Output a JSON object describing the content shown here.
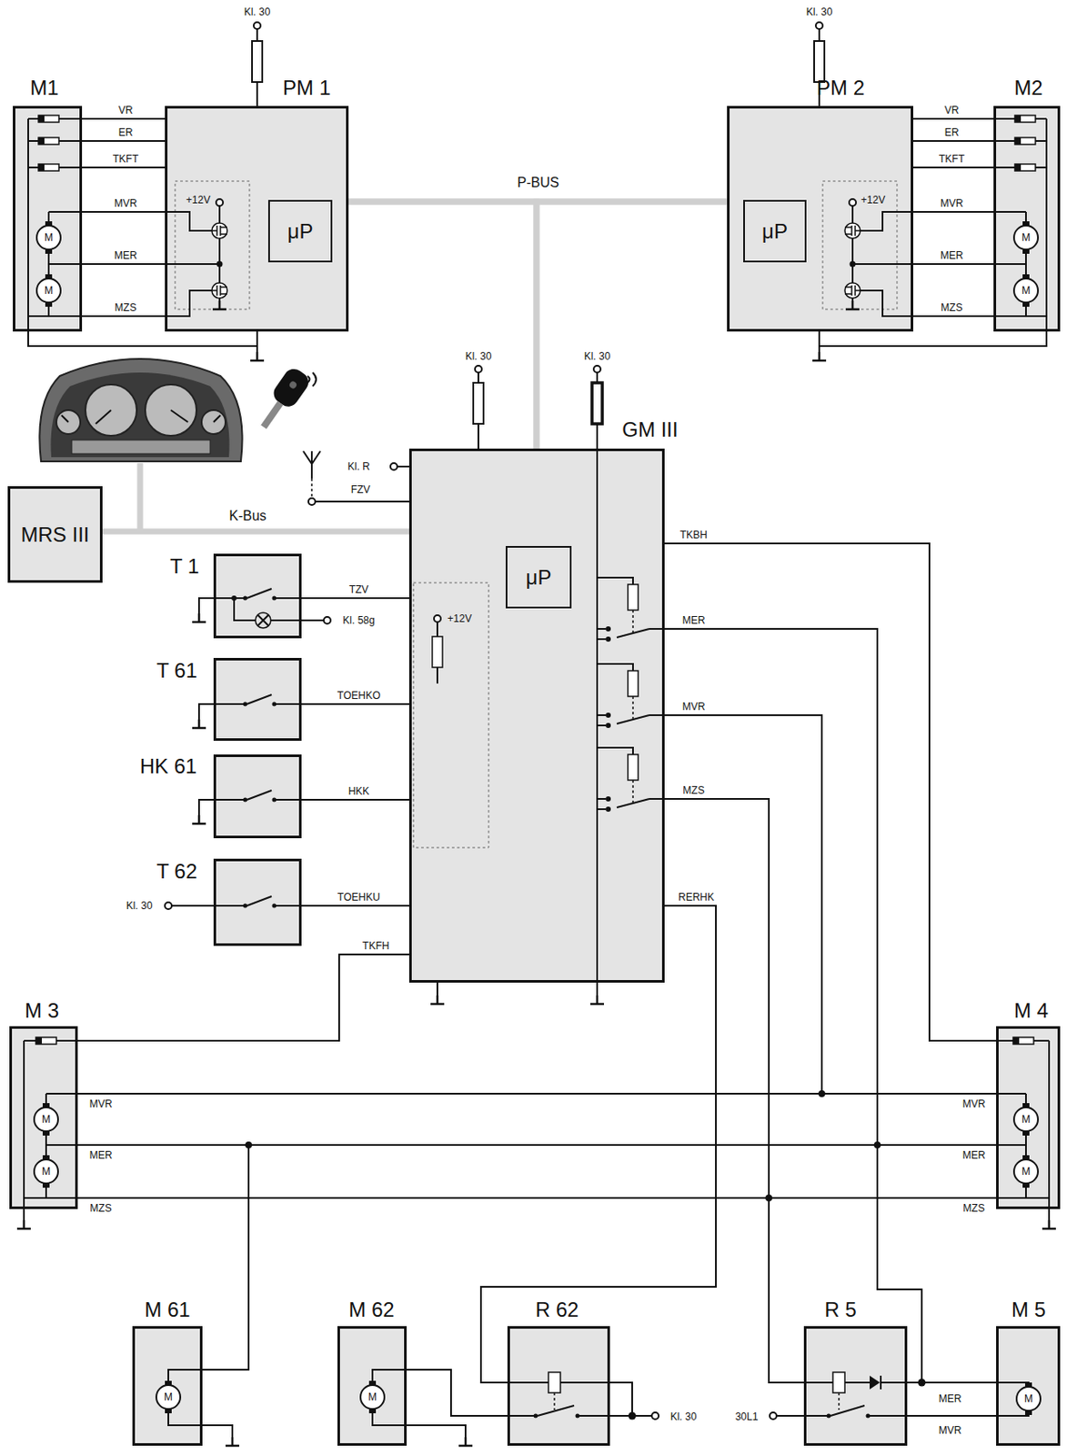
{
  "diagram": {
    "nodes": [
      {
        "text": [
          "M1"
        ]
      },
      {
        "text": [
          "PM 1"
        ]
      },
      {
        "text": [
          "μP"
        ],
        "in": 1
      },
      {
        "text": [
          "PM 2"
        ]
      },
      {
        "text": [
          "μP"
        ],
        "in": 3
      },
      {
        "text": [
          "M2"
        ]
      },
      {
        "text": [
          "MRS III"
        ]
      },
      {
        "text": [
          "GM III"
        ]
      },
      {
        "text": [
          "μP"
        ],
        "in": 7
      },
      {
        "text": [
          "T 1"
        ]
      },
      {
        "text": [
          "T 61"
        ]
      },
      {
        "text": [
          "HK 61"
        ]
      },
      {
        "text": [
          "T 62"
        ]
      },
      {
        "text": [
          "M 3"
        ]
      },
      {
        "text": [
          "M 4"
        ]
      },
      {
        "text": [
          "M 61"
        ]
      },
      {
        "text": [
          "M 62"
        ]
      },
      {
        "text": [
          "R 62"
        ]
      },
      {
        "text": [
          "R 5"
        ]
      },
      {
        "text": [
          "M 5"
        ]
      }
    ],
    "edges": [
      {
        "from": 0,
        "to": 1,
        "arrow": "none",
        "label": "VR"
      },
      {
        "from": 0,
        "to": 1,
        "arrow": "none",
        "label": "ER"
      },
      {
        "from": 0,
        "to": 1,
        "arrow": "none",
        "label": "TKFT"
      },
      {
        "from": 0,
        "to": 1,
        "arrow": "none",
        "label": "MVR"
      },
      {
        "from": 0,
        "to": 1,
        "arrow": "none",
        "label": "MER"
      },
      {
        "from": 0,
        "to": 1,
        "arrow": "none",
        "label": "MZS"
      },
      {
        "from": 3,
        "to": 5,
        "arrow": "none",
        "label": "VR"
      },
      {
        "from": 3,
        "to": 5,
        "arrow": "none",
        "label": "ER"
      },
      {
        "from": 3,
        "to": 5,
        "arrow": "none",
        "label": "TKFT"
      },
      {
        "from": 3,
        "to": 5,
        "arrow": "none",
        "label": "MVR"
      },
      {
        "from": 3,
        "to": 5,
        "arrow": "none",
        "label": "MER"
      },
      {
        "from": 3,
        "to": 5,
        "arrow": "none",
        "label": "MZS"
      },
      {
        "from": 1,
        "to": 3,
        "arrow": "none",
        "label": "P-BUS"
      },
      {
        "from": 7,
        "to": 1,
        "arrow": "none"
      },
      {
        "from": 7,
        "to": 3,
        "arrow": "none"
      },
      {
        "from": 6,
        "to": 7,
        "arrow": "none",
        "label": "K-Bus"
      },
      {
        "from": 9,
        "to": 7,
        "arrow": "none",
        "label": "TZV"
      },
      {
        "from": 10,
        "to": 7,
        "arrow": "none",
        "label": "TOEHKO"
      },
      {
        "from": 11,
        "to": 7,
        "arrow": "none",
        "label": "HKK"
      },
      {
        "from": 12,
        "to": 7,
        "arrow": "none",
        "label": "TOEHKU"
      },
      {
        "from": 7,
        "to": 13,
        "arrow": "none",
        "label": "TKFH"
      },
      {
        "from": 7,
        "to": 14,
        "arrow": "none",
        "label": "TKBH"
      },
      {
        "from": 7,
        "to": 14,
        "arrow": "none",
        "label": "MER"
      },
      {
        "from": 7,
        "to": 13,
        "arrow": "none"
      },
      {
        "from": 7,
        "to": 15,
        "arrow": "none"
      },
      {
        "from": 7,
        "to": 19,
        "arrow": "none"
      },
      {
        "from": 7,
        "to": 18,
        "arrow": "none",
        "label": "MER"
      },
      {
        "from": 7,
        "to": 14,
        "arrow": "none",
        "label": "MVR"
      },
      {
        "from": 7,
        "to": 13,
        "arrow": "none"
      },
      {
        "from": 7,
        "to": 14,
        "arrow": "none",
        "label": "MZS"
      },
      {
        "from": 7,
        "to": 13,
        "arrow": "none"
      },
      {
        "from": 7,
        "to": 18,
        "arrow": "none"
      },
      {
        "from": 7,
        "to": 17,
        "arrow": "none",
        "label": "RERHK"
      },
      {
        "from": 16,
        "to": 17,
        "arrow": "none"
      },
      {
        "from": 18,
        "to": 19,
        "arrow": "none",
        "label": "MVR"
      }
    ],
    "labels": [
      "Kl. 30",
      "Kl. 30",
      "Kl. 30",
      "Kl. 30",
      "Kl. R",
      "FZV",
      "Kl. 58g",
      "Kl. 30",
      "+12V",
      "+12V",
      "+12V",
      "MVR",
      "MER",
      "MZS",
      "MVR",
      "MER",
      "MZS",
      "Kl. 30",
      "30L1",
      "M",
      "M",
      "M",
      "M",
      "M",
      "M",
      "M",
      "M",
      "M",
      "M",
      "M"
    ]
  }
}
